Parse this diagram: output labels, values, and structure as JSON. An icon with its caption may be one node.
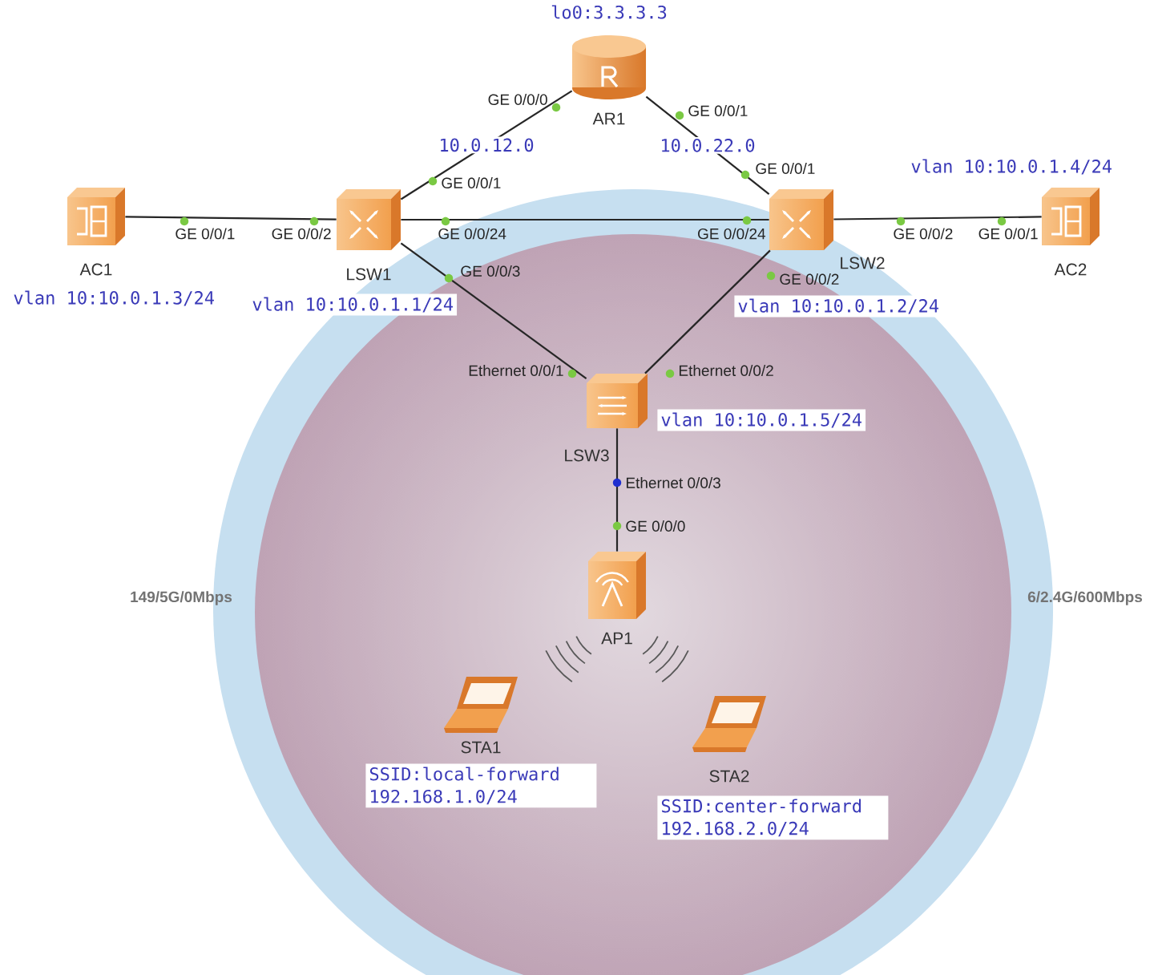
{
  "diagram": {
    "nodes": [
      {
        "text": [
          "AR1"
        ],
        "beside": [
          "lo0:3.3.3.3"
        ]
      },
      {
        "text": [
          "AC1"
        ],
        "beside": [
          "vlan 10:10.0.1.3/24"
        ]
      },
      {
        "text": [
          "LSW1"
        ],
        "beside": [
          "vlan 10:10.0.1.1/24"
        ]
      },
      {
        "text": [
          "LSW2"
        ],
        "beside": [
          "vlan 10:10.0.1.2/24"
        ]
      },
      {
        "text": [
          "AC2"
        ],
        "beside": [
          "vlan 10:10.0.1.4/24"
        ]
      },
      {
        "text": [
          "LSW3"
        ],
        "beside": [
          "vlan 10:10.0.1.5/24"
        ]
      },
      {
        "text": [
          "AP1"
        ]
      },
      {
        "text": [
          "STA1"
        ],
        "beside": [
          "SSID:local-forward 192.168.1.0/24"
        ]
      },
      {
        "text": [
          "STA2"
        ],
        "beside": [
          "SSID:center-forward 192.168.2.0/24"
        ]
      }
    ],
    "edges": [
      {
        "from": 0,
        "to": 2,
        "arrow": "none",
        "label": "10.0.12.0"
      },
      {
        "from": 0,
        "to": 3,
        "arrow": "none",
        "label": "10.0.22.0"
      },
      {
        "from": 1,
        "to": 2,
        "arrow": "none"
      },
      {
        "from": 2,
        "to": 3,
        "arrow": "none"
      },
      {
        "from": 3,
        "to": 4,
        "arrow": "none"
      },
      {
        "from": 2,
        "to": 5,
        "arrow": "none"
      },
      {
        "from": 3,
        "to": 5,
        "arrow": "none"
      },
      {
        "from": 5,
        "to": 6,
        "arrow": "none"
      }
    ],
    "labels": [
      "GE 0/0/0",
      "GE 0/0/1",
      "GE 0/0/1",
      "GE 0/0/1",
      "GE 0/0/2",
      "GE 0/0/24",
      "GE 0/0/24",
      "GE 0/0/1",
      "GE 0/0/2",
      "GE 0/0/1",
      "GE 0/0/3",
      "GE 0/0/2",
      "Ethernet 0/0/1",
      "Ethernet 0/0/2",
      "Ethernet 0/0/3",
      "GE 0/0/0",
      "149/5G/0Mbps",
      "6/2.4G/600Mbps"
    ]
  }
}
